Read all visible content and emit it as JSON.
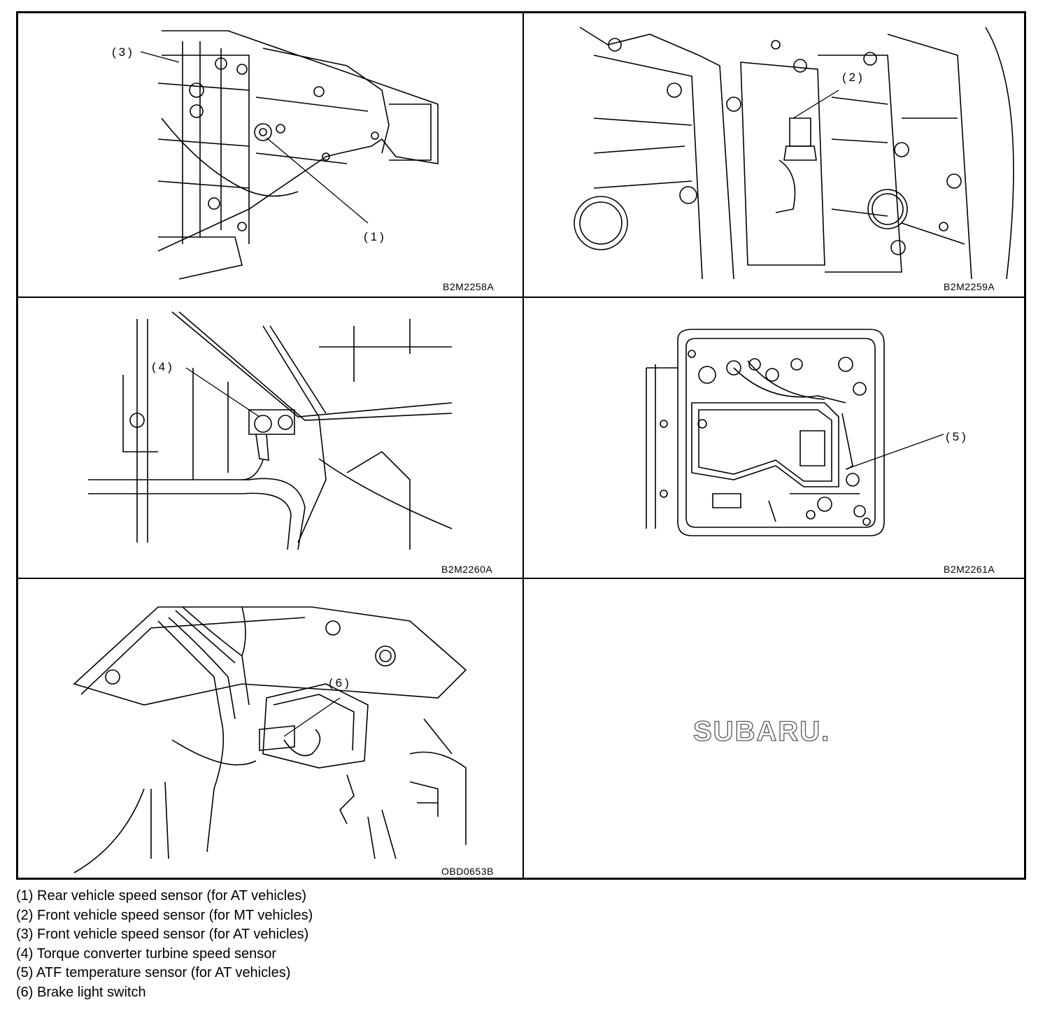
{
  "panels": [
    {
      "code": "B2M2258A",
      "callouts": [
        "(3)",
        "(1)"
      ]
    },
    {
      "code": "B2M2259A",
      "callouts": [
        "(2)"
      ]
    },
    {
      "code": "B2M2260A",
      "callouts": [
        "(4)"
      ]
    },
    {
      "code": "B2M2261A",
      "callouts": [
        "(5)"
      ]
    },
    {
      "code": "OBD0653B",
      "callouts": [
        "(6)"
      ]
    },
    {
      "logo": "SUBARU."
    }
  ],
  "legend": [
    "(1) Rear vehicle speed sensor (for AT vehicles)",
    "(2) Front vehicle speed sensor (for MT vehicles)",
    "(3) Front vehicle speed sensor (for AT vehicles)",
    "(4) Torque converter turbine speed sensor",
    "(5) ATF temperature sensor (for AT vehicles)",
    "(6) Brake light switch"
  ]
}
